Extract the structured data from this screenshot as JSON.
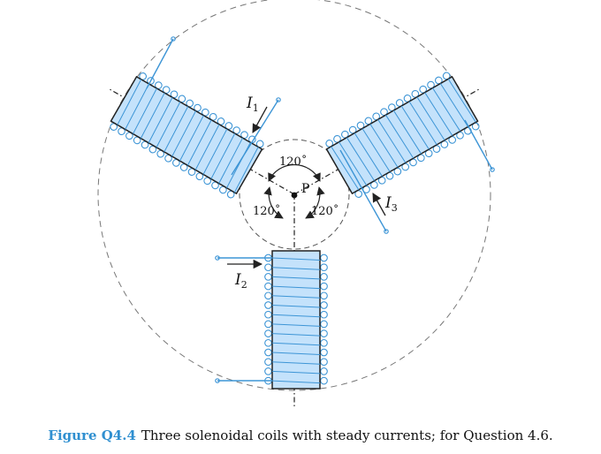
{
  "diagram": {
    "labels": {
      "point": "P",
      "angle_top": "120˚",
      "angle_left": "120˚",
      "angle_right": "120˚",
      "current_1": {
        "symbol": "I",
        "sub": "1"
      },
      "current_2": {
        "symbol": "I",
        "sub": "2"
      },
      "current_3": {
        "symbol": "I",
        "sub": "3"
      }
    },
    "colors": {
      "coil_fill": "#c4e2fb",
      "wire": "#3d95d6",
      "outline": "#222222",
      "dashed": "#777777"
    }
  },
  "caption": {
    "tag": "Figure Q4.4",
    "text": "Three solenoidal coils with steady currents; for Question 4.6."
  }
}
